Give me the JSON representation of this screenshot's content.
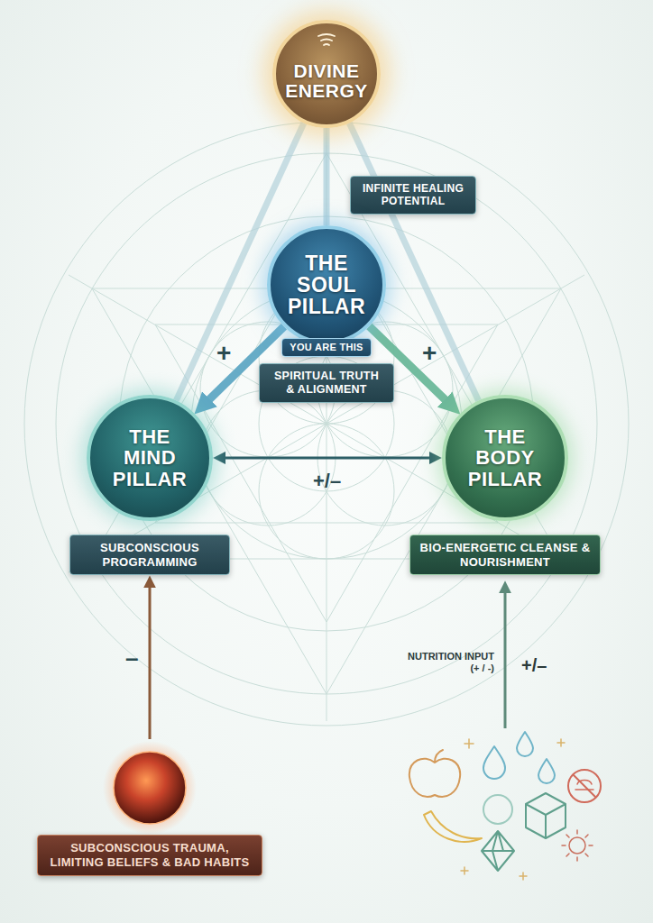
{
  "diagram": {
    "nodes": [
      {
        "text": [
          "DIVINE ENERGY"
        ]
      },
      {
        "text": [
          "INFINITE HEALING POTENTIAL"
        ]
      },
      {
        "text": [
          "THE SOUL PILLAR"
        ]
      },
      {
        "text": [
          "YOU ARE THIS"
        ]
      },
      {
        "text": [
          "SPIRITUAL TRUTH & ALIGNMENT"
        ]
      },
      {
        "text": [
          "THE MIND PILLAR"
        ]
      },
      {
        "text": [
          "SUBCONSCIOUS PROGRAMMING"
        ]
      },
      {
        "text": [
          "THE BODY PILLAR"
        ]
      },
      {
        "text": [
          "BIO-ENERGETIC CLEANSE & NOURISHMENT"
        ]
      },
      {
        "text": [
          "SUBCONSCIOUS TRAUMA, LIMITING BELIEFS & BAD HABITS"
        ]
      }
    ],
    "edges": [
      {
        "from": 0,
        "to": 2,
        "arrow": "none"
      },
      {
        "from": 0,
        "to": 5,
        "arrow": "none"
      },
      {
        "from": 0,
        "to": 7,
        "arrow": "none"
      },
      {
        "from": 2,
        "to": 5,
        "arrow": "to",
        "label": "+"
      },
      {
        "from": 2,
        "to": 7,
        "arrow": "to",
        "label": "+"
      },
      {
        "from": 5,
        "to": 7,
        "arrow": "both",
        "label": "+/–"
      },
      {
        "from": 9,
        "to": 6,
        "arrow": "to",
        "label": "–"
      }
    ],
    "labels": [
      "NUTRITION INPUT (+ / -)",
      "+/–"
    ]
  }
}
